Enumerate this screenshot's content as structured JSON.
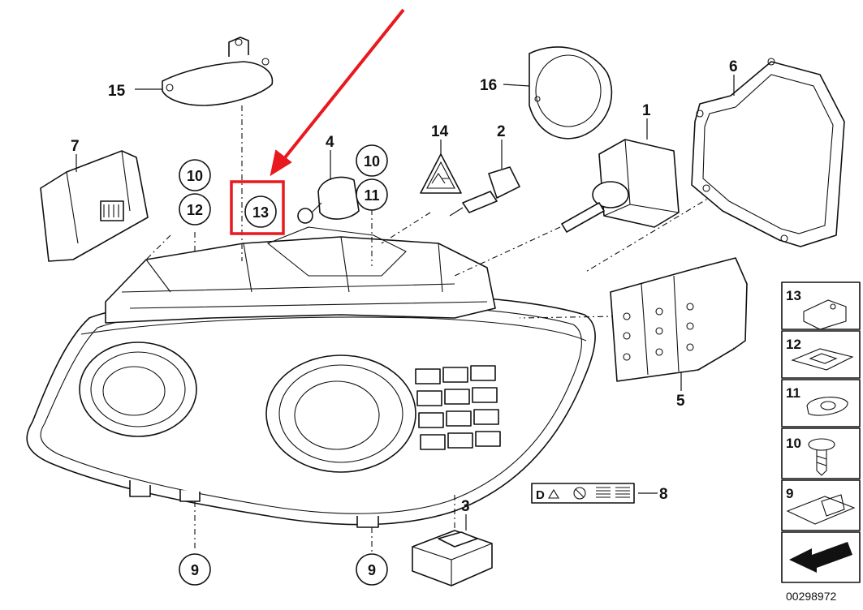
{
  "diagram": {
    "callouts": {
      "c1": "1",
      "c2": "2",
      "c3": "3",
      "c4": "4",
      "c5": "5",
      "c6": "6",
      "c7": "7",
      "c8": "8",
      "c14": "14",
      "c15": "15",
      "c16": "16"
    },
    "circled": {
      "left_top": "10",
      "left_bottom": "12",
      "highlight": "13",
      "right_top": "10",
      "right_bottom": "11",
      "bottom_left": "9",
      "bottom_right": "9"
    },
    "highlight_color": "#e8191f",
    "arrow_color": "#e8191f",
    "warning_symbol": "D"
  },
  "parts_panel": {
    "items": [
      "13",
      "12",
      "11",
      "10",
      "9"
    ]
  },
  "reference_number": "00298972"
}
